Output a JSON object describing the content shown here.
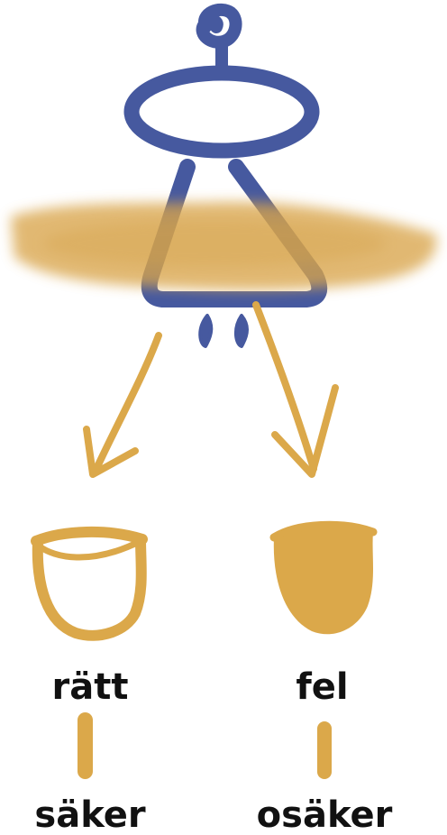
{
  "labels": {
    "left_outcome": "rätt",
    "right_outcome": "fel",
    "left_certainty": "säker",
    "right_certainty": "osäker"
  },
  "colors": {
    "figure": "#46599f",
    "ochre": "#dba84a",
    "text": "#111111"
  },
  "icons": {
    "figure": "balance-figure-icon",
    "left_bucket": "empty-bucket-icon",
    "right_bucket": "full-bucket-icon"
  }
}
